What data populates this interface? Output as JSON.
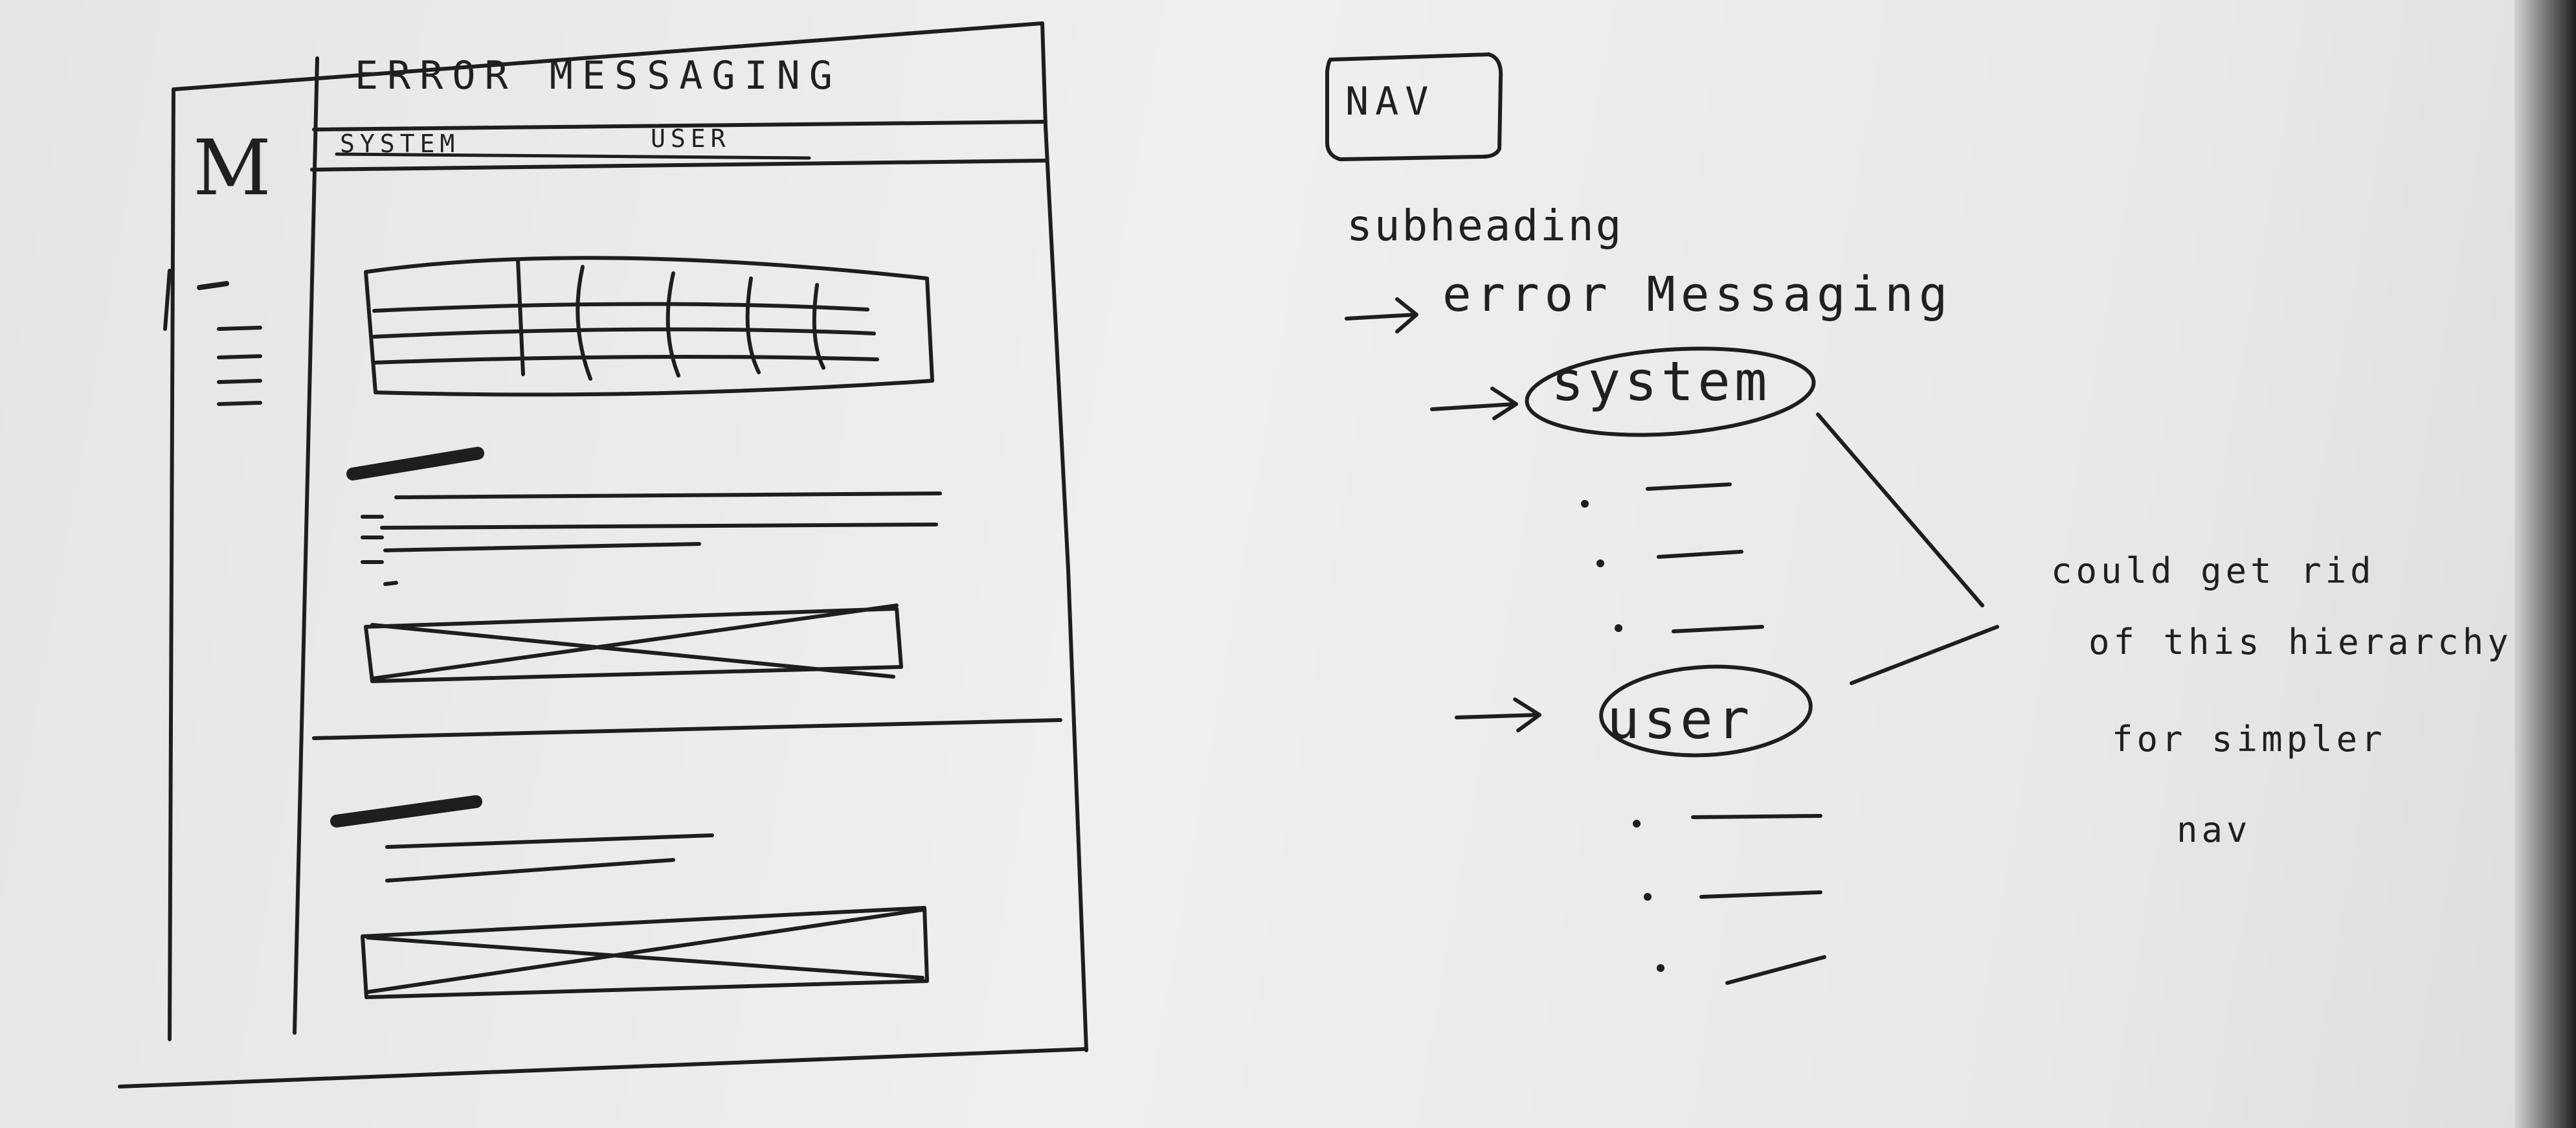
{
  "wireframe": {
    "title": "ERROR MESSAGING",
    "tabs": [
      "SYSTEM",
      "USER"
    ],
    "logo": "M"
  },
  "nav_notes": {
    "box_label": "NAV",
    "subheading": "subheading",
    "error_messaging": "error Messaging",
    "system": "system",
    "user": "user",
    "side_note": [
      "could get rid",
      "of this hierarchy",
      "for simpler",
      "nav"
    ]
  }
}
